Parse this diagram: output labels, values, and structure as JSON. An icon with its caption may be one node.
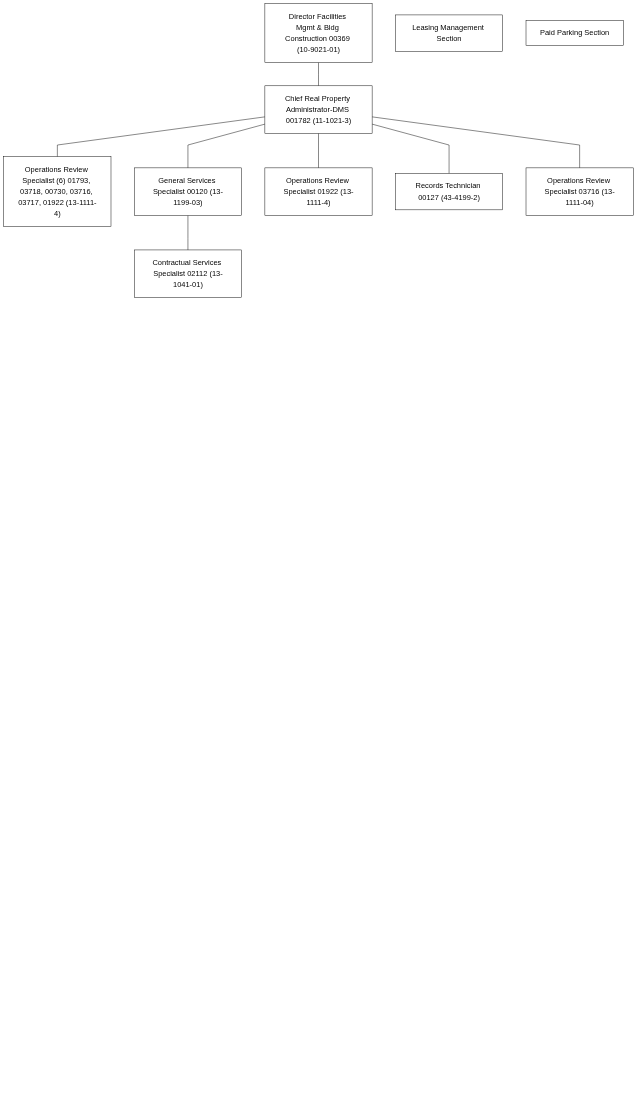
{
  "diagram": {
    "nodes": [
      {
        "text": [
          "Director Facilities Mgmt & Bldg Construction 00369 (10-9021-01)"
        ]
      },
      {
        "text": [
          "Chief Real Property Administrator-DMS 001782 (11-1021-3)"
        ]
      },
      {
        "text": [
          "Leasing Management Section"
        ]
      },
      {
        "text": [
          "Paid Parking Section"
        ]
      },
      {
        "text": [
          "Operations Review Specialist (6) 01793, 03718, 00730, 03716, 03717, 01922 (13-1111-4)"
        ]
      },
      {
        "text": [
          "General Services Specialist 00120 (13-1199-03)"
        ]
      },
      {
        "text": [
          "Contractual Services Specialist 02112 (13-1041-01)"
        ]
      },
      {
        "text": [
          "Operations Review Specialist 01922 (13-1111-4)"
        ]
      },
      {
        "text": [
          "Records Technician 00127 (43-4199-2)"
        ]
      },
      {
        "text": [
          "Operations Review Specialist 03716 (13-1111-04)"
        ]
      }
    ],
    "edges": [
      {
        "from": 0,
        "to": 1,
        "arrow": "none"
      },
      {
        "from": 1,
        "to": 4,
        "arrow": "none"
      },
      {
        "from": 1,
        "to": 5,
        "arrow": "none"
      },
      {
        "from": 5,
        "to": 6,
        "arrow": "none"
      },
      {
        "from": 1,
        "to": 7,
        "arrow": "none"
      },
      {
        "from": 1,
        "to": 8,
        "arrow": "none"
      },
      {
        "from": 1,
        "to": 9,
        "arrow": "none"
      }
    ]
  }
}
